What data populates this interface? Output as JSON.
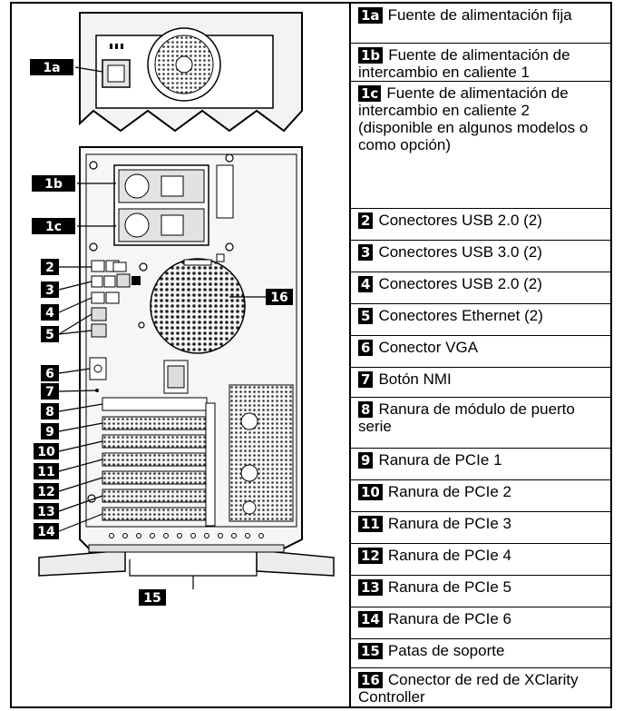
{
  "callouts": {
    "c1a": "1a",
    "c1b": "1b",
    "c1c": "1c",
    "c2": "2",
    "c3": "3",
    "c4": "4",
    "c5": "5",
    "c6": "6",
    "c7": "7",
    "c8": "8",
    "c9": "9",
    "c10": "10",
    "c11": "11",
    "c12": "12",
    "c13": "13",
    "c14": "14",
    "c15": "15",
    "c16": "16"
  },
  "legend": [
    {
      "badge": "1a",
      "text": "Fuente de alimentación fija"
    },
    {
      "badge": "1b",
      "text": "Fuente de alimentación de intercambio en caliente 1"
    },
    {
      "badge": "1c",
      "text": "Fuente de alimentación de intercambio en caliente 2 (disponible en algunos modelos o como opción)"
    },
    {
      "badge": "2",
      "text": "Conectores USB 2.0 (2)"
    },
    {
      "badge": "3",
      "text": "Conectores USB 3.0 (2)"
    },
    {
      "badge": "4",
      "text": "Conectores USB 2.0 (2)"
    },
    {
      "badge": "5",
      "text": "Conectores Ethernet (2)"
    },
    {
      "badge": "6",
      "text": "Conector VGA"
    },
    {
      "badge": "7",
      "text": "Botón NMI"
    },
    {
      "badge": "8",
      "text": "Ranura de módulo de puerto serie"
    },
    {
      "badge": "9",
      "text": "Ranura de PCIe 1"
    },
    {
      "badge": "10",
      "text": "Ranura de PCIe 2"
    },
    {
      "badge": "11",
      "text": "Ranura de PCIe 3"
    },
    {
      "badge": "12",
      "text": "Ranura de PCIe 4"
    },
    {
      "badge": "13",
      "text": "Ranura de PCIe 5"
    },
    {
      "badge": "14",
      "text": "Ranura de PCIe 6"
    },
    {
      "badge": "15",
      "text": "Patas de soporte"
    },
    {
      "badge": "16",
      "text": "Conector de red de XClarity Controller"
    }
  ]
}
